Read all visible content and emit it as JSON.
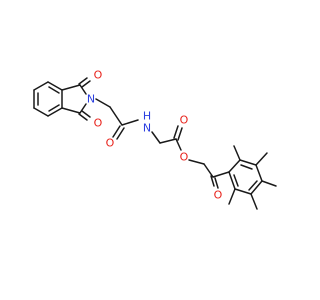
{
  "molecule": {
    "atoms": {
      "o_imide_top": "O",
      "o_imide_bottom": "O",
      "n_imide": "N",
      "o_amide": "O",
      "n_amide": "N",
      "o_ester_carbonyl": "O",
      "o_ester": "O",
      "o_ketone": "O"
    },
    "amide_h": "H",
    "colors": {
      "bond": "#1a1a1a",
      "oxygen": "#e8231c",
      "nitrogen": "#2b3fe0"
    }
  }
}
